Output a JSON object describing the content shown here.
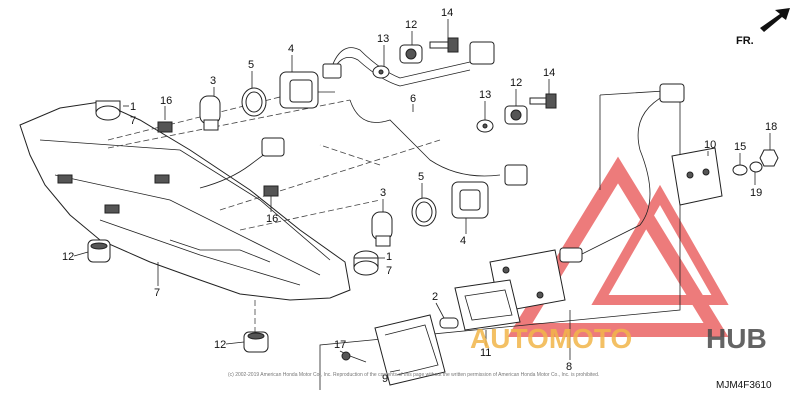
{
  "diagram": {
    "figure_code": "MJM4F3610",
    "direction_label": "FR.",
    "part_labels": {
      "p1_upper": "1",
      "p7_upper": "7",
      "p16_upper": "16",
      "p3_upper": "3",
      "p5_upper": "5",
      "p4_upper": "4",
      "p13_upper": "13",
      "p12_upper": "12",
      "p14_upper": "14",
      "p6": "6",
      "p12_mid": "12",
      "p14_mid": "14",
      "p13_mid": "13",
      "p10": "10",
      "p15": "15",
      "p18": "18",
      "p19": "19",
      "p3_lower": "3",
      "p5_lower": "5",
      "p4_lower": "4",
      "p16_lower": "16",
      "p1_lower": "1",
      "p7_lower": "7",
      "p12_left": "12",
      "p7_left": "7",
      "p12_bottom": "12",
      "p2": "2",
      "p11": "11",
      "p8": "8",
      "p17": "17",
      "p9": "9"
    },
    "watermark": {
      "part1": "AUTOMOTO",
      "part2": "HUB"
    },
    "watermark_colors": {
      "triangle": "#e8504f",
      "automoto": "#f2b64a",
      "hub": "#4a4a4a"
    },
    "copyright": "(c) 2002-2019 American Honda Motor Co., Inc. Reproduction of the contents of this page without the written permission of American Honda Motor Co., Inc. is prohibited."
  }
}
